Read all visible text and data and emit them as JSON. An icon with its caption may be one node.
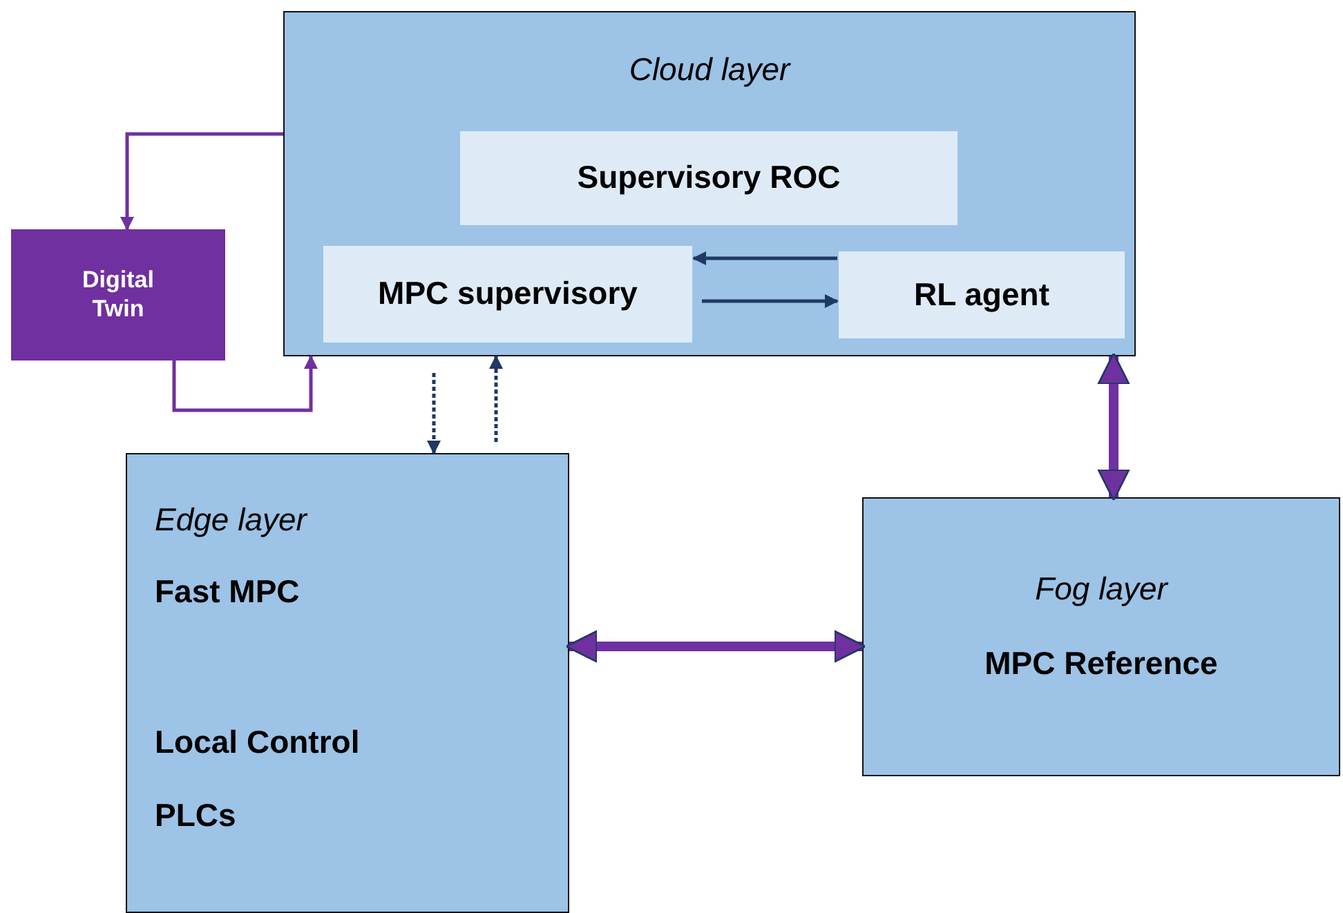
{
  "diagram": {
    "nodes": [
      {
        "text": [
          "Cloud layer"
        ]
      },
      {
        "text": [
          "Supervisory ROC"
        ],
        "in": 0
      },
      {
        "text": [
          "MPC supervisory"
        ],
        "in": 0
      },
      {
        "text": [
          "RL agent"
        ],
        "in": 0
      },
      {
        "text": [
          "Digital Twin"
        ]
      },
      {
        "text": [
          "Edge layer",
          "Fast MPC",
          "Local Control",
          "PLCs"
        ]
      },
      {
        "text": [
          "Fog layer",
          "MPC Reference"
        ]
      }
    ],
    "edges": [
      {
        "from": 3,
        "to": 2,
        "arrow": "to"
      },
      {
        "from": 2,
        "to": 3,
        "arrow": "to"
      },
      {
        "from": 0,
        "to": 4,
        "arrow": "to",
        "color": "#7030a0"
      },
      {
        "from": 4,
        "to": 0,
        "arrow": "to",
        "color": "#7030a0"
      },
      {
        "from": 0,
        "to": 5,
        "arrow": "to",
        "style": "dashed"
      },
      {
        "from": 5,
        "to": 0,
        "arrow": "to",
        "style": "dashed"
      },
      {
        "from": 0,
        "to": 6,
        "arrow": "both",
        "style": "thick",
        "color": "#7030a0"
      },
      {
        "from": 5,
        "to": 6,
        "arrow": "both",
        "style": "thick",
        "color": "#7030a0"
      }
    ]
  }
}
